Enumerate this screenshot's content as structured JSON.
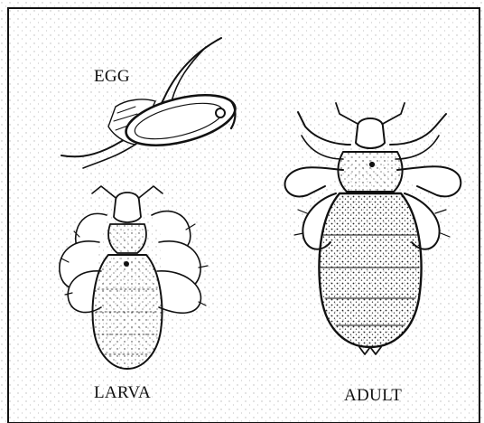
{
  "labels": {
    "egg": "EGG",
    "larva": "LARVA",
    "adult": "ADULT"
  },
  "colors": {
    "ink": "#111111",
    "paper": "#ffffff",
    "stipple": "#b8b8b8"
  }
}
